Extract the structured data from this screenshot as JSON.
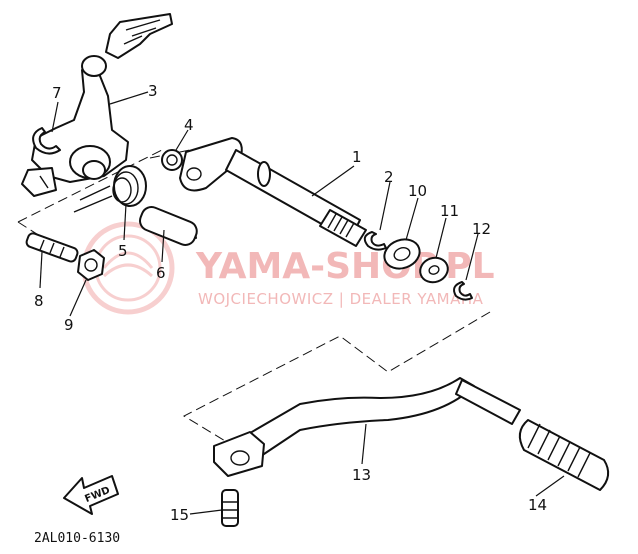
{
  "watermark": {
    "brand": "YAMA-SHOP.PL",
    "subtitle": "WOJCIECHOWICZ | DEALER YAMAHA",
    "color": "#f2b8b8"
  },
  "fwd_arrow_text": "FWD",
  "diagram_code": "2AL010-6130",
  "callouts": [
    "1",
    "2",
    "3",
    "4",
    "5",
    "6",
    "7",
    "8",
    "9",
    "10",
    "11",
    "12",
    "13",
    "14",
    "15"
  ]
}
